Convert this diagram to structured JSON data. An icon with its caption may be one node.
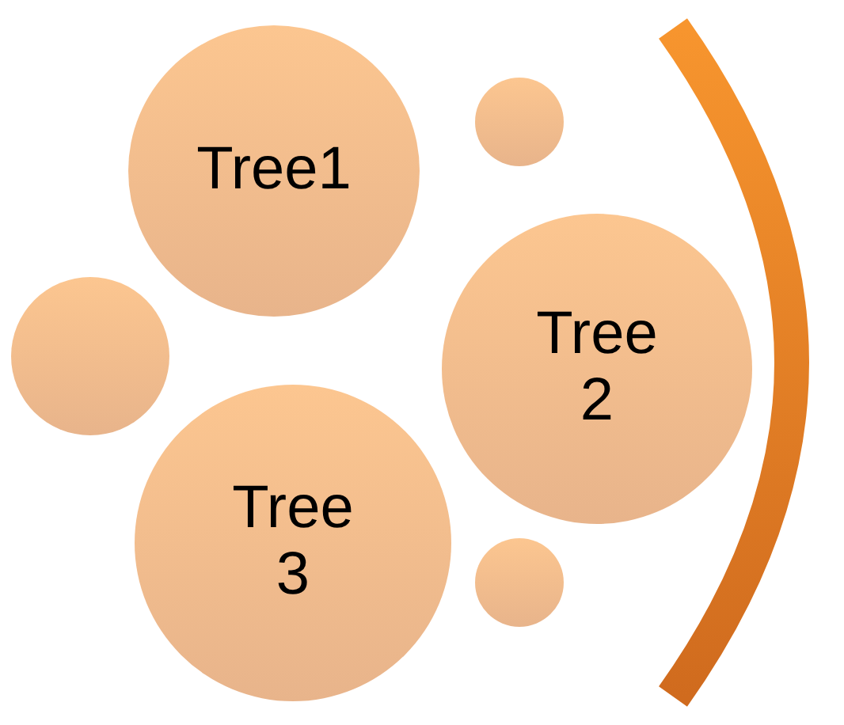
{
  "diagram": {
    "nodes": [
      {
        "text": [
          "Tree1"
        ]
      },
      {
        "text": [
          "Tree 2"
        ]
      },
      {
        "text": [
          "Tree 3"
        ]
      },
      {
        "text": [],
        "shape": "circle"
      },
      {
        "text": [],
        "shape": "circle"
      },
      {
        "text": [],
        "shape": "circle"
      }
    ]
  }
}
